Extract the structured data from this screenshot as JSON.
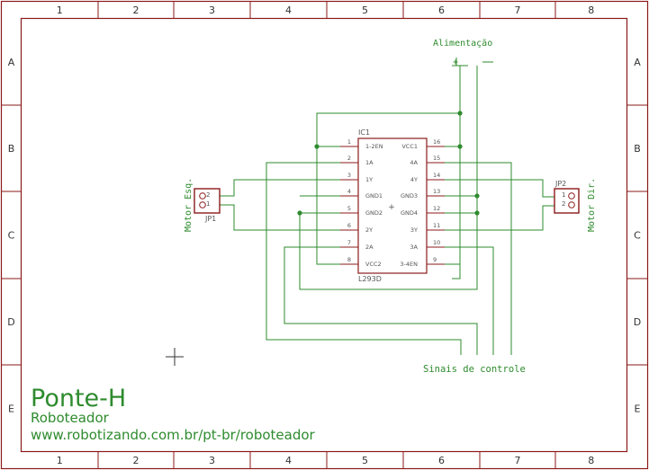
{
  "frame": {
    "columns": [
      "1",
      "2",
      "3",
      "4",
      "5",
      "6",
      "7",
      "8"
    ],
    "rows": [
      "A",
      "B",
      "C",
      "D",
      "E"
    ]
  },
  "colors": {
    "frame": "#8b1a1a",
    "wire": "#2e8b2e",
    "part": "#8b1a1a",
    "label": "#2e8b2e",
    "pin_text": "#555555"
  },
  "ic": {
    "ref": "IC1",
    "part": "L293D",
    "left_pins": [
      {
        "num": "1",
        "name": "1-2EN"
      },
      {
        "num": "2",
        "name": "1A"
      },
      {
        "num": "3",
        "name": "1Y"
      },
      {
        "num": "4",
        "name": "GND1"
      },
      {
        "num": "5",
        "name": "GND2"
      },
      {
        "num": "6",
        "name": "2Y"
      },
      {
        "num": "7",
        "name": "2A"
      },
      {
        "num": "8",
        "name": "VCC2"
      }
    ],
    "right_pins": [
      {
        "num": "16",
        "name": "VCC1"
      },
      {
        "num": "15",
        "name": "4A"
      },
      {
        "num": "14",
        "name": "4Y"
      },
      {
        "num": "13",
        "name": "GND3"
      },
      {
        "num": "12",
        "name": "GND4"
      },
      {
        "num": "11",
        "name": "3Y"
      },
      {
        "num": "10",
        "name": "3A"
      },
      {
        "num": "9",
        "name": "3-4EN"
      }
    ]
  },
  "connectors": {
    "jp1": {
      "ref": "JP1",
      "pins": [
        "2",
        "1"
      ],
      "label": "Motor Esq."
    },
    "jp2": {
      "ref": "JP2",
      "pins": [
        "1",
        "2"
      ],
      "label": "Motor Dir."
    }
  },
  "power": {
    "label": "Alimentação",
    "plus": "+",
    "minus": "-"
  },
  "signals": {
    "label": "Sinais de controle"
  },
  "title_block": {
    "title": "Ponte-H",
    "author": "Roboteador",
    "url": "www.robotizando.com.br/pt-br/roboteador"
  }
}
